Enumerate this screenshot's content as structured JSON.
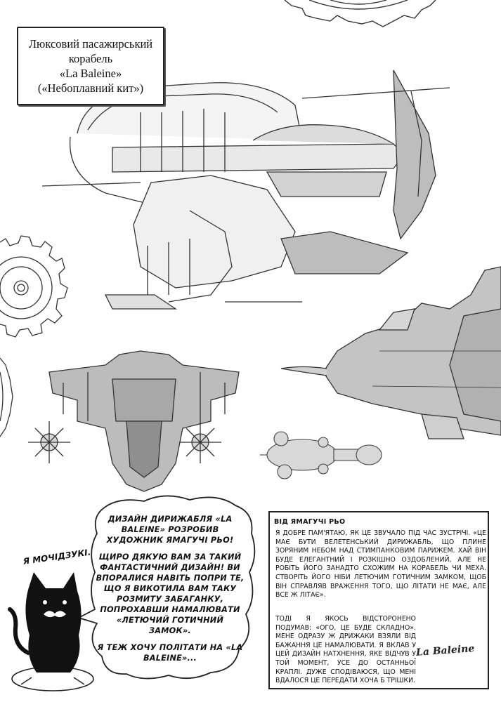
{
  "title_box": {
    "line1": "Люксовий пасажирський",
    "line2": "корабель",
    "line3": "«La Baleine»",
    "line4": "(«Небоплавний кит»)"
  },
  "speech_bubble": {
    "p1": "ДИЗАЙН ДИРИЖАБЛЯ «LA BALEINE» РОЗРОБИВ ХУДОЖНИК ЯМАГУЧІ РЬО!",
    "p2": "ЩИРО ДЯКУЮ ВАМ ЗА ТАКИЙ ФАНТАСТИЧНИЙ ДИЗАЙН! ВИ ВПОРАЛИСЯ НАВІТЬ ПОПРИ ТЕ, ЩО Я ВИКОТИЛА ВАМ ТАКУ РОЗМИТУ ЗАБАГАНКУ, ПОПРОХАВШИ НАМАЛЮВАТИ «ЛЕТЮЧИЙ ГОТИЧНИЙ ЗАМОК».",
    "p3": "Я ТЕЖ ХОЧУ ПОЛІТАТИ НА «LA BALEINE»..."
  },
  "cat_label": "Я МОЧІДЗУКІ.",
  "note": {
    "heading": "ВІД ЯМАГУЧІ РЬО",
    "p1": "Я ДОБРЕ ПАМ'ЯТАЮ, ЯК ЦЕ ЗВУЧАЛО ПІД ЧАС ЗУСТРІЧІ. «ЦЕ МАЄ БУТИ ВЕЛЕТЕНСЬКИЙ ДИРИЖАБЛЬ, ЩО ПЛИНЕ ЗОРЯНИМ НЕБОМ НАД СТИМПАНКОВИМ ПАРИЖЕМ. ХАЙ ВІН БУДЕ ЕЛЕГАНТНИЙ І РОЗКІШНО ОЗДОБЛЕНИЙ, АЛЕ НЕ РОБІТЬ ЙОГО ЗАНАДТО СХОЖИМ НА КОРАБЕЛЬ ЧИ МЕХА. СТВОРІТЬ ЙОГО НІБИ ЛЕТЮЧИМ ГОТИЧНИМ ЗАМКОМ, ЩОБ ВІН СПРАВЛЯВ ВРАЖЕННЯ ТОГО, ЩО ЛІТАТИ НЕ МАЄ, АЛЕ ВСЕ Ж ЛІТАЄ».",
    "p2": "ТОДІ Я ЯКОСЬ ВІДСТОРОНЕНО ПОДУМАВ: «ОГО, ЦЕ БУДЕ СКЛАДНО». МЕНЕ ОДРАЗУ Ж ДРИЖАКИ ВЗЯЛИ ВІД БАЖАННЯ ЦЕ НАМАЛЮВАТИ. Я ВКЛАВ У ЦЕЙ ДИЗАЙН НАТХНЕННЯ, ЯКЕ ВІДЧУВ У ТОЙ МОМЕНТ, УСЕ ДО ОСТАННЬОЇ КРАПЛІ. ДУЖЕ СПОДІВАЮСЯ, ЩО МЕНІ ВДАЛОСЯ ЦЕ ПЕРЕДАТИ ХОЧА Б ТРІШКИ."
  },
  "logo_text": "La Baleine",
  "colors": {
    "ink": "#222222",
    "sketch": "#555555",
    "shade": "#bdbdbd",
    "light_shade": "#d6d6d6"
  }
}
